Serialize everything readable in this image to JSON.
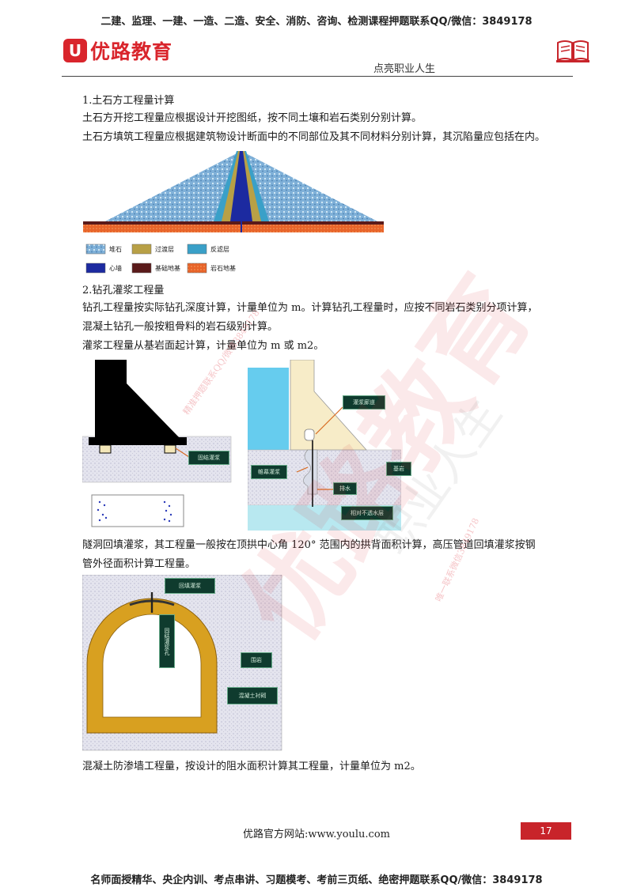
{
  "header": {
    "top_banner": "二建、监理、一建、一造、二造、安全、消防、咨询、检测课程押题联系QQ/微信：3849178",
    "logo_text": "优路教育",
    "slogan": "点亮职业人生"
  },
  "content": {
    "section1_title": "1.土石方工程量计算",
    "section1_p1": "土石方开挖工程量应根据设计开挖图纸，按不同土壤和岩石类别分别计算。",
    "section1_p2": "土石方填筑工程量应根据建筑物设计断面中的不同部位及其不同材料分别计算，其沉陷量应包括在内。",
    "dam_legend": [
      {
        "label": "堆石",
        "color": "#7fb0d8"
      },
      {
        "label": "过渡层",
        "color": "#b8a046"
      },
      {
        "label": "反滤层",
        "color": "#3aa0c8"
      },
      {
        "label": "心墙",
        "color": "#1c2aa0"
      },
      {
        "label": "基础地基",
        "color": "#5a1a1a"
      },
      {
        "label": "岩石地基",
        "color": "#e8642a"
      }
    ],
    "section2_title": "2.钻孔灌浆工程量",
    "section2_p1_line1": "钻孔工程量按实际钻孔深度计算，计量单位为 m。计算钻孔工程量时，应按不同岩石类别分项计算，",
    "section2_p1_line2": "混凝土钻孔一般按粗骨料的岩石级别计算。",
    "section2_p2": "灌浆工程量从基岩面起计算，计量单位为 m 或 m2。",
    "grout_labels": {
      "left_tag": "固结灌浆",
      "gallery_tag": "灌浆廊道",
      "curtain_tag": "帷幕灌浆",
      "drain_tag": "排水",
      "rock_tag": "基岩",
      "impermeable_tag": "相对不透水层"
    },
    "section2_p3_line1": "隧洞回填灌浆，其工程量一般按在顶拱中心角 120° 范围内的拱背面积计算，高压管道回填灌浆按钢",
    "section2_p3_line2": "管外径面积计算工程量。",
    "tunnel_labels": {
      "top_tag": "回填灌浆",
      "vertical_tag": "固结灌浆孔",
      "rock_tag": "围岩",
      "lining_tag": "混凝土衬砌"
    },
    "section2_p4": "混凝土防渗墙工程量，按设计的阻水面积计算其工程量，计量单位为 m2。"
  },
  "footer": {
    "site": "优路官方网站:www.youlu.com",
    "page_number": "17",
    "bottom_banner": "名师面授精华、央企内训、考点串讲、习题模考、考前三页纸、绝密押题联系QQ/微信：3849178"
  },
  "watermark": {
    "main": "优路教育",
    "sub": "职业人生",
    "line1": "精准押题联系QQ/微信3849178",
    "line2": "唯一联系微信3849178"
  },
  "colors": {
    "brand_red": "#d9252c",
    "tag_bg": "#0f3b2e",
    "lining_gold": "#d8a020",
    "water_blue": "#66ccee"
  }
}
